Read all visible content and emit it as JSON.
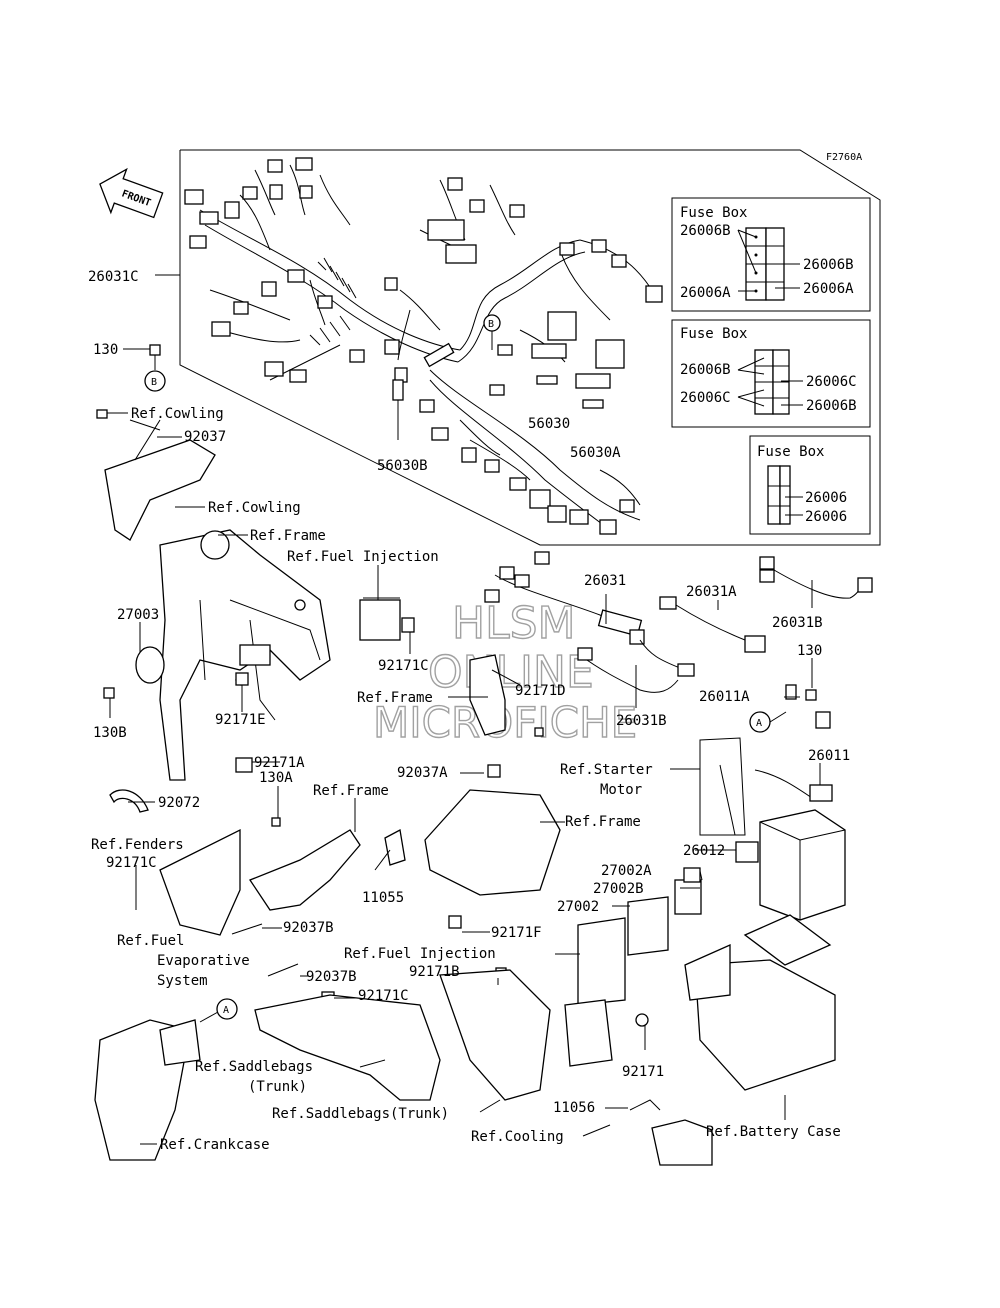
{
  "figure_code": "F2760A",
  "front_arrow": "FRONT",
  "watermark": [
    "HLSM",
    "ONLINE",
    "MICROFICHE"
  ],
  "fuse_boxes": [
    {
      "title": "Fuse Box",
      "labels": [
        "26006B",
        "26006A",
        "26006B",
        "26006A"
      ]
    },
    {
      "title": "Fuse Box",
      "labels": [
        "26006B",
        "26006C",
        "26006C",
        "26006B"
      ]
    },
    {
      "title": "Fuse Box",
      "labels": [
        "26006",
        "26006"
      ]
    }
  ],
  "callouts": {
    "c26031C": "26031C",
    "c130_top": "130",
    "cB_top": "B",
    "cB_harness": "B",
    "refCowling1": "Ref.Cowling",
    "c92037": "92037",
    "refCowling2": "Ref.Cowling",
    "c56030": "56030",
    "c56030A": "56030A",
    "c56030B": "56030B",
    "refFrame1": "Ref.Frame",
    "refFuelInj1": "Ref.Fuel Injection",
    "c26031": "26031",
    "c26031A": "26031A",
    "c26031B": "26031B",
    "c27003": "27003",
    "c92171C_1": "92171C",
    "c130B": "130B",
    "c92171E": "92171E",
    "refFrame2": "Ref.Frame",
    "c92171D": "92171D",
    "c26031B2": "26031B",
    "c130_right": "130",
    "c26011A": "26011A",
    "cA_right": "A",
    "c92171A": "92171A",
    "c26011": "26011",
    "c130A": "130A",
    "c92037A": "92037A",
    "refStarter1": "Ref.Starter",
    "refStarter2": "Motor",
    "c92072": "92072",
    "refFrame3": "Ref.Frame",
    "refFrame4": "Ref.Frame",
    "refFenders": "Ref.Fenders",
    "c92171C_2": "92171C",
    "c11055": "11055",
    "c26012": "26012",
    "c27002A": "27002A",
    "c27002B": "27002B",
    "c27002": "27002",
    "refFuel1": "Ref.Fuel",
    "refFuel2": "Evaporative",
    "refFuel3": "System",
    "c92037B_1": "92037B",
    "c92171F": "92171F",
    "refFuelInj2": "Ref.Fuel Injection",
    "c92171B": "92171B",
    "c92037B_2": "92037B",
    "cA_left": "A",
    "c92171C_3": "92171C",
    "c92171": "92171",
    "refSaddle1": "Ref.Saddlebags",
    "refSaddle2": "(Trunk)",
    "refSaddle3": "Ref.Saddlebags(Trunk)",
    "c11056": "11056",
    "refCooling": "Ref.Cooling",
    "refBattery": "Ref.Battery Case",
    "refCrankcase": "Ref.Crankcase"
  }
}
